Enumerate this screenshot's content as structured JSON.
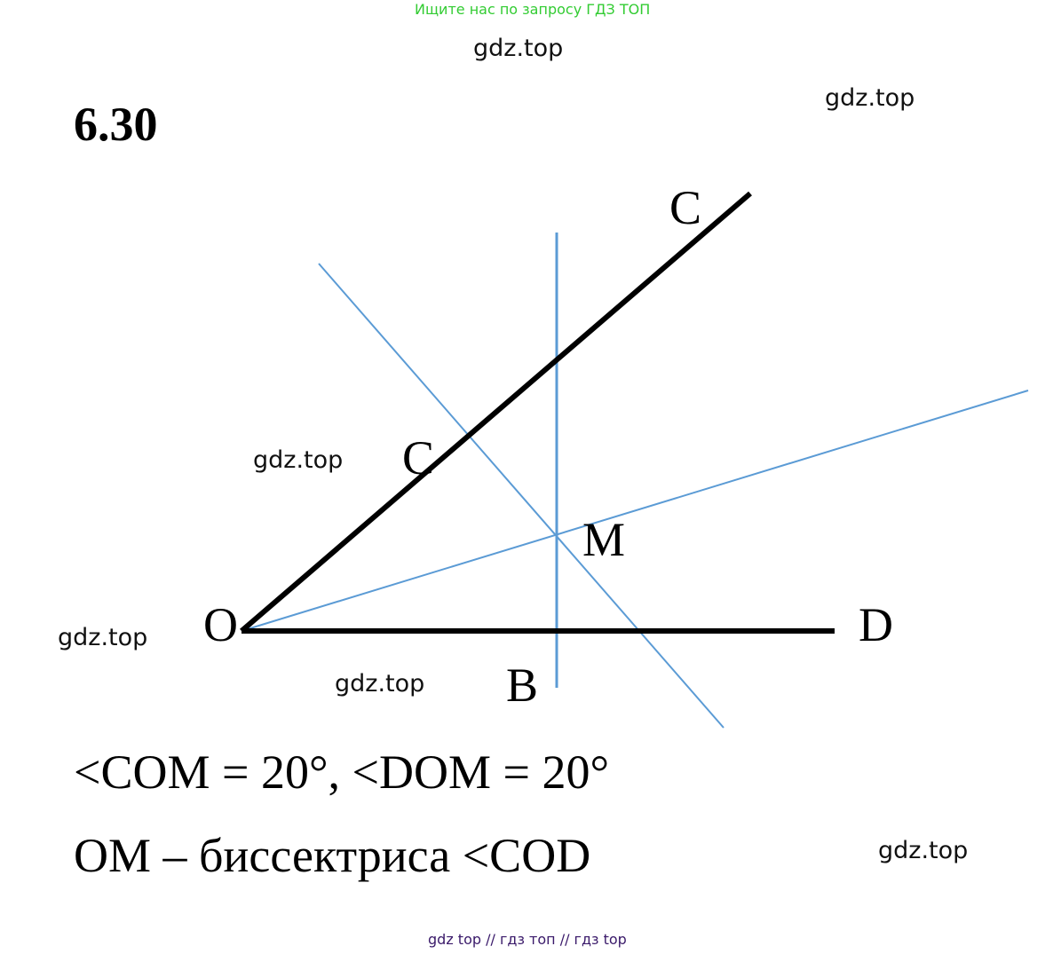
{
  "header": {
    "banner": "Ищите нас по запросу ГДЗ ТОП",
    "site": "gdz.top"
  },
  "problem_number": "6.30",
  "watermarks": [
    "gdz.top",
    "gdz.top",
    "gdz.top",
    "gdz.top",
    "gdz.top"
  ],
  "diagram": {
    "point_labels": {
      "C_top": "C",
      "C_mid": "C",
      "M": "M",
      "O": "O",
      "D": "D",
      "B": "B"
    },
    "colors": {
      "ray": "#000000",
      "construction": "#5b9bd5"
    }
  },
  "equations": {
    "line1": "<COM = 20°, <DOM = 20°",
    "line2": "OM – биссектриса <COD"
  },
  "footer": "gdz top  //  гдз топ  //  гдз top"
}
